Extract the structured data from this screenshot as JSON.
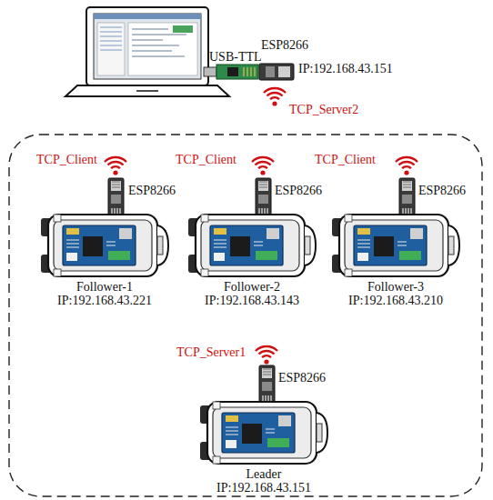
{
  "diagram": {
    "nodes": [
      {
        "text": [
          "Follower-1",
          "IP:192.168.43.221"
        ]
      },
      {
        "text": [
          "Follower-2",
          "IP:192.168.43.143"
        ]
      },
      {
        "text": [
          "Follower-3",
          "IP:192.168.43.210"
        ]
      },
      {
        "text": [
          "Leader",
          "IP:192.168.43.151"
        ]
      }
    ],
    "labels": [
      "USB-TTL",
      "ESP8266",
      "IP:192.168.43.151",
      "TCP_Server2",
      "TCP_Client",
      "ESP8266",
      "TCP_Client",
      "ESP8266",
      "TCP_Client",
      "ESP8266",
      "TCP_Server1",
      "ESP8266"
    ]
  }
}
